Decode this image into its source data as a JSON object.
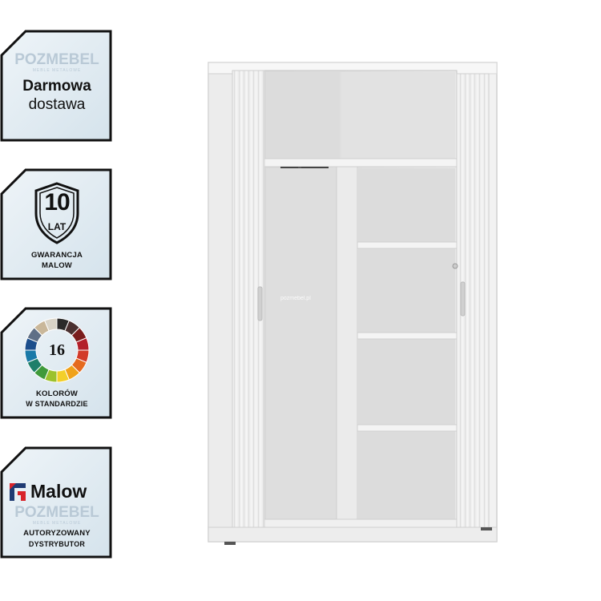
{
  "badges": {
    "delivery": {
      "watermark": "POZMEBEL",
      "watermark_sub": "MEBLE METALOWE",
      "line1": "Darmowa",
      "line2": "dostawa"
    },
    "warranty": {
      "years": "10",
      "unit": "LAT",
      "line1": "GWARANCJA",
      "line2": "MALOW"
    },
    "colors": {
      "count": "16",
      "line1": "KOLORÓW",
      "line2": "W STANDARDZIE",
      "wheel_colors": [
        "#2a2a2a",
        "#4a3030",
        "#7a1c1c",
        "#b3202a",
        "#d23b2a",
        "#e56a1f",
        "#f0a21a",
        "#f3cf2a",
        "#9cc22d",
        "#3f9a3a",
        "#1f7f6a",
        "#1a7aa8",
        "#1c4e8c",
        "#5f6f86",
        "#c9b79a",
        "#d9d4c8"
      ]
    },
    "distributor": {
      "brand": "Malow",
      "watermark": "POZMEBEL",
      "watermark_sub": "MEBLE METALOWE",
      "line1": "AUTORYZOWANY",
      "line2": "DYSTRYBUTOR"
    }
  },
  "product": {
    "center_watermark": "pozmebel.pl"
  },
  "colors": {
    "badge_bg": "#dfe9f0",
    "badge_border": "#111111",
    "cabinet_body": "#f1f1f1",
    "cabinet_shadow": "#d4d4d4",
    "malow_red": "#d8232a",
    "malow_blue": "#1f3b73"
  }
}
